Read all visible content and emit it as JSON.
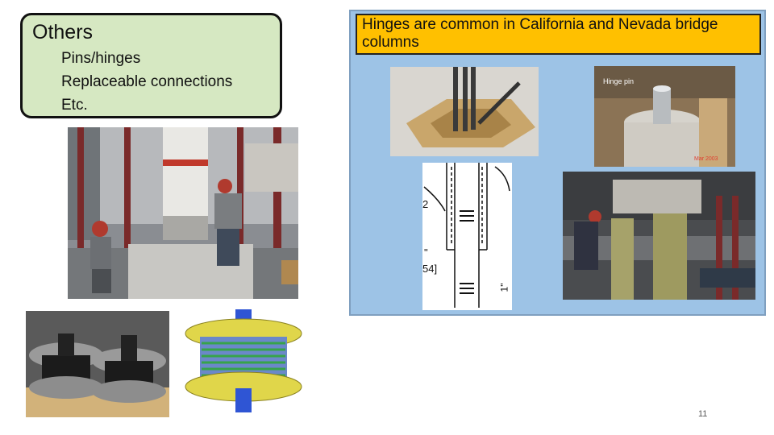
{
  "others": {
    "title": "Others",
    "items": [
      "Pins/hinges",
      "Replaceable connections",
      "Etc."
    ]
  },
  "caption": {
    "text": "Hinges are common in California and Nevada bridge columns"
  },
  "photos": {
    "pin_photo_label": "Hinge pin",
    "pin_photo_stamp": "Mar 2003"
  },
  "drawing": {
    "label_2": "2",
    "label_inch": "\"",
    "label_54": "54]",
    "label_1in": "1\""
  },
  "page_number": "11",
  "colors": {
    "others_fill": "#d6e8c2",
    "panel_fill": "#9dc3e6",
    "caption_fill": "#ffc000"
  }
}
